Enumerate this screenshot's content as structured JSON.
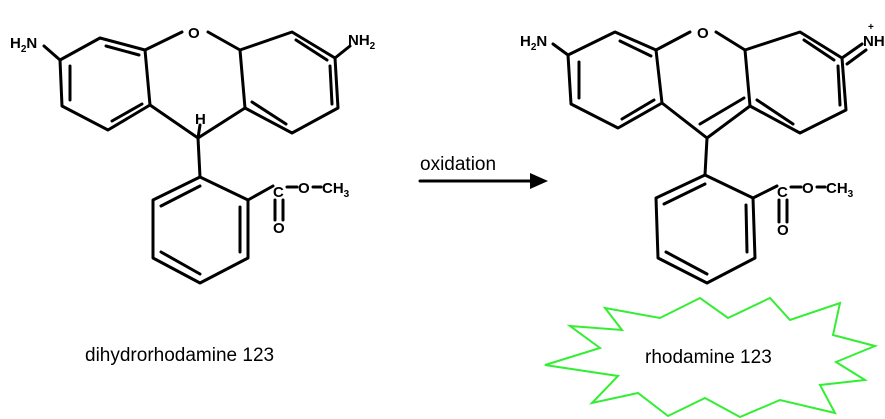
{
  "reactant": {
    "name": "dihydrorhodamine 123",
    "amine_left": {
      "main": "H",
      "sub": "2",
      "tail": "N"
    },
    "amine_right": {
      "main": "NH",
      "sub": "2"
    },
    "ring_oxygen": "O",
    "bridge_hydrogen": "H",
    "ester": {
      "carbon": "C",
      "oxygen": "O",
      "methyl": "CH",
      "methyl_sub": "3",
      "carbonyl_oxygen": "O"
    }
  },
  "arrow": {
    "label": "oxidation"
  },
  "product": {
    "name": "rhodamine 123",
    "amine_left": {
      "main": "H",
      "sub": "2",
      "tail": "N"
    },
    "iminium": {
      "charge": "+",
      "main": "NH"
    },
    "ring_oxygen": "O",
    "ester": {
      "carbon": "C",
      "oxygen": "O",
      "methyl": "CH",
      "methyl_sub": "3",
      "carbonyl_oxygen": "O"
    }
  },
  "highlight_color": "#33ee33"
}
